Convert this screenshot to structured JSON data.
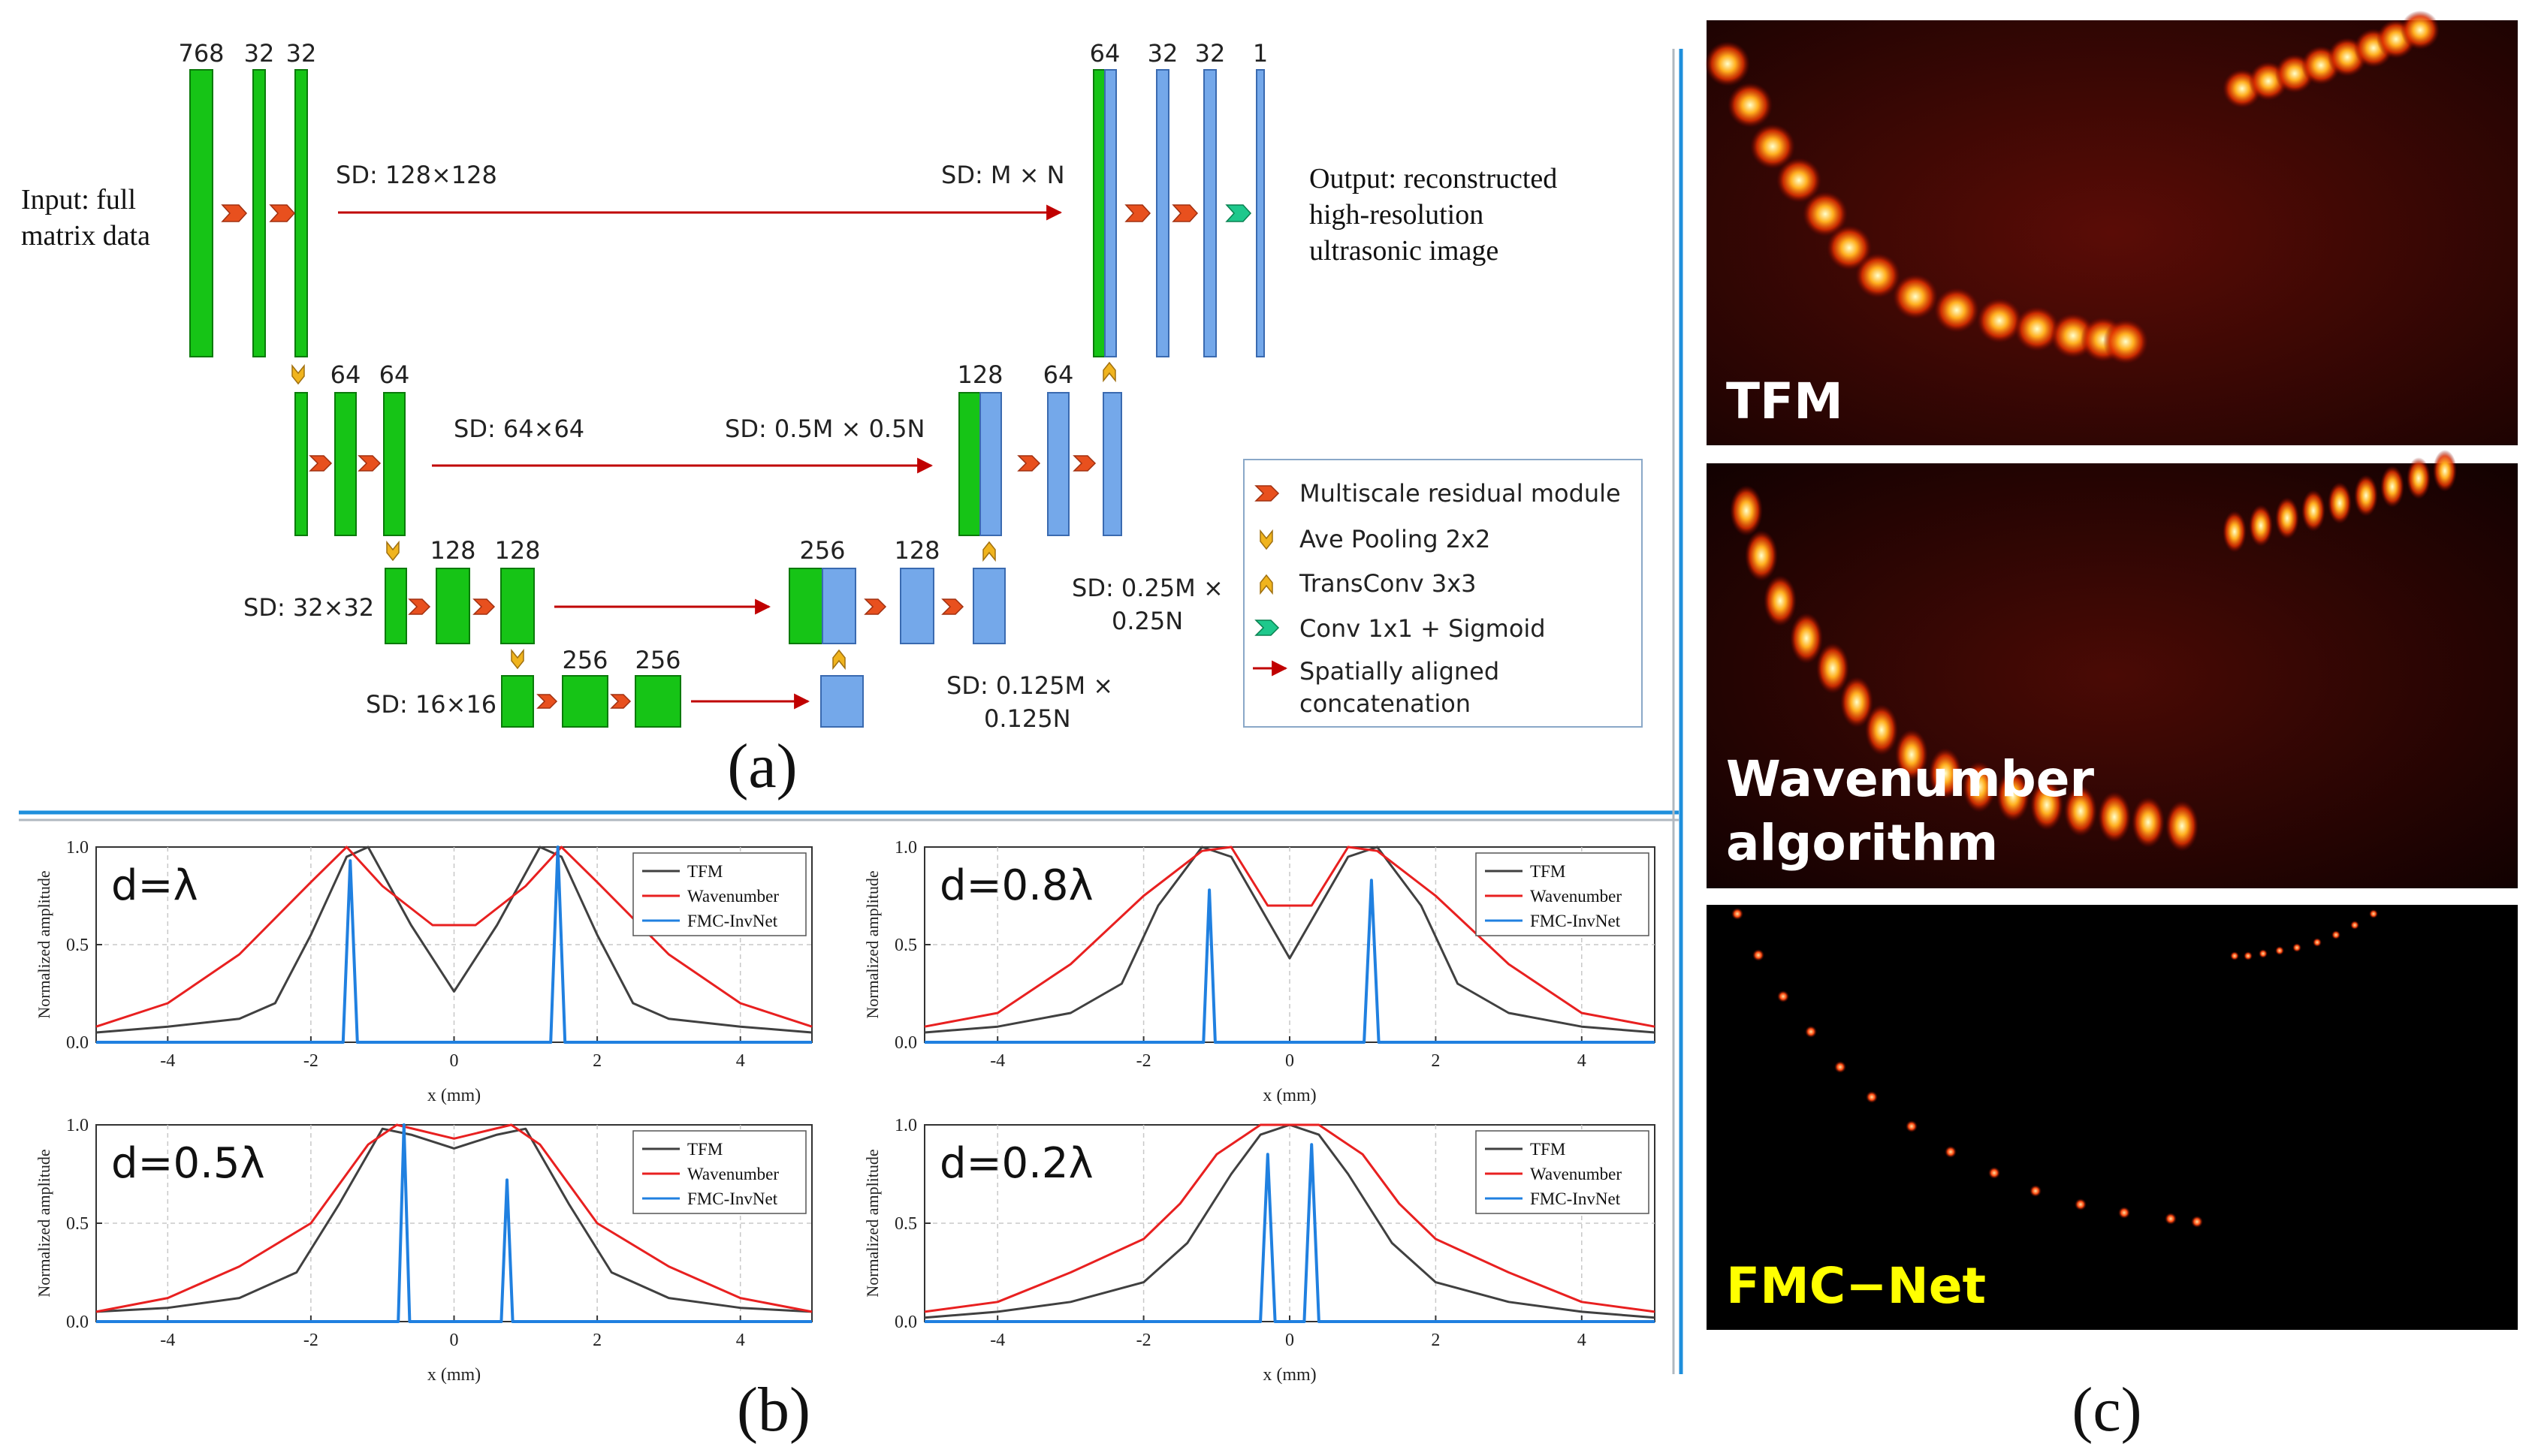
{
  "network": {
    "input_label": [
      "Input: full",
      "matrix data"
    ],
    "output_label": [
      "Output: reconstructed",
      "high-resolution",
      "ultrasonic image"
    ],
    "level1": {
      "channels_left": [
        "768",
        "32",
        "32"
      ],
      "channels_right": [
        "64",
        "32",
        "32",
        "1"
      ],
      "sd_left": "SD: 128×128",
      "sd_right": "SD: M × N"
    },
    "level2": {
      "channels_left": [
        "64",
        "64"
      ],
      "channels_right": [
        "128",
        "64"
      ],
      "sd_left": "SD: 64×64",
      "sd_right": "SD: 0.5M × 0.5N"
    },
    "level3": {
      "channels_left": [
        "128",
        "128"
      ],
      "channels_right": [
        "256",
        "128"
      ],
      "sd_left": "SD: 32×32",
      "sd_right": [
        "SD: 0.25M ×",
        "0.25N"
      ]
    },
    "level4": {
      "channels_left": [
        "256",
        "256"
      ],
      "sd_left": "SD: 16×16",
      "sd_right": [
        "SD: 0.125M ×",
        "0.125N"
      ]
    },
    "legend": [
      {
        "icon": "multiscale-residual-icon",
        "label": "Multiscale residual module"
      },
      {
        "icon": "ave-pooling-icon",
        "label": "Ave Pooling 2x2"
      },
      {
        "icon": "transconv-icon",
        "label": "TransConv 3x3"
      },
      {
        "icon": "conv-sigmoid-icon",
        "label": "Conv 1x1 + Sigmoid"
      },
      {
        "icon": "concat-arrow-icon",
        "label": [
          "Spatially aligned",
          "concatenation"
        ]
      }
    ],
    "colors": {
      "encoder": "#16c416",
      "decoder": "#74a8ea",
      "arrow": "#c00000",
      "residual": "#e8501e",
      "pooling": "#f0b41e",
      "conv": "#1ec88c"
    }
  },
  "panel_labels": {
    "a": "(a)",
    "b": "(b)",
    "c": "(c)"
  },
  "images": [
    {
      "label": [
        "TFM"
      ],
      "label_color": "#ffffff"
    },
    {
      "label": [
        "Wavenumber",
        "algorithm"
      ],
      "label_color": "#ffffff"
    },
    {
      "label": [
        "FMC−Net"
      ],
      "label_color": "#ffff00"
    }
  ],
  "chart_data": [
    {
      "type": "line",
      "title": "d=λ",
      "xlabel": "x (mm)",
      "ylabel": "Normalized amplitude",
      "xlim": [
        -5,
        5
      ],
      "ylim": [
        0,
        1.0
      ],
      "xticks": [
        "-4",
        "-2",
        "0",
        "2",
        "4"
      ],
      "yticks": [
        "0.0",
        "0.5",
        "1.0"
      ],
      "legend": [
        "TFM",
        "Wavenumber",
        "FMC-InvNet"
      ],
      "legend_position": "top-right",
      "series": [
        {
          "name": "TFM",
          "color": "#404040",
          "x": [
            -5,
            -4,
            -3,
            -2.5,
            -2,
            -1.5,
            -1.2,
            -0.6,
            0,
            0.6,
            1.2,
            1.5,
            2,
            2.5,
            3,
            4,
            5
          ],
          "y": [
            0.05,
            0.08,
            0.12,
            0.2,
            0.55,
            0.95,
            1.0,
            0.6,
            0.26,
            0.6,
            1.0,
            0.95,
            0.55,
            0.2,
            0.12,
            0.08,
            0.05
          ]
        },
        {
          "name": "Wavenumber",
          "color": "#e82020",
          "x": [
            -5,
            -4,
            -3,
            -2,
            -1.5,
            -1,
            -0.3,
            0.3,
            1,
            1.5,
            2,
            3,
            4,
            5
          ],
          "y": [
            0.08,
            0.2,
            0.45,
            0.82,
            1.0,
            0.8,
            0.6,
            0.6,
            0.8,
            1.0,
            0.82,
            0.45,
            0.2,
            0.08
          ]
        },
        {
          "name": "FMC-InvNet",
          "color": "#2080e0",
          "x": [
            -5,
            -1.55,
            -1.45,
            -1.35,
            1.35,
            1.45,
            1.55,
            5
          ],
          "y": [
            0,
            0,
            0.93,
            0,
            0,
            1.0,
            0,
            0
          ]
        }
      ]
    },
    {
      "type": "line",
      "title": "d=0.8λ",
      "xlabel": "x (mm)",
      "ylabel": "Normalized amplitude",
      "xlim": [
        -5,
        5
      ],
      "ylim": [
        0,
        1.0
      ],
      "xticks": [
        "-4",
        "-2",
        "0",
        "2",
        "4"
      ],
      "yticks": [
        "0.0",
        "0.5",
        "1.0"
      ],
      "legend": [
        "TFM",
        "Wavenumber",
        "FMC-InvNet"
      ],
      "legend_position": "top-right",
      "series": [
        {
          "name": "TFM",
          "color": "#404040",
          "x": [
            -5,
            -4,
            -3,
            -2.3,
            -1.8,
            -1.2,
            -0.8,
            0,
            0.8,
            1.2,
            1.8,
            2.3,
            3,
            4,
            5
          ],
          "y": [
            0.05,
            0.08,
            0.15,
            0.3,
            0.7,
            1.0,
            0.95,
            0.43,
            0.95,
            1.0,
            0.7,
            0.3,
            0.15,
            0.08,
            0.05
          ]
        },
        {
          "name": "Wavenumber",
          "color": "#e82020",
          "x": [
            -5,
            -4,
            -3,
            -2,
            -1.2,
            -0.8,
            -0.3,
            0.3,
            0.8,
            1.2,
            2,
            3,
            4,
            5
          ],
          "y": [
            0.08,
            0.15,
            0.4,
            0.75,
            0.98,
            1.0,
            0.7,
            0.7,
            1.0,
            0.98,
            0.75,
            0.4,
            0.15,
            0.08
          ]
        },
        {
          "name": "FMC-InvNet",
          "color": "#2080e0",
          "x": [
            -5,
            -1.18,
            -1.1,
            -1.02,
            1.02,
            1.12,
            1.22,
            5
          ],
          "y": [
            0,
            0,
            0.78,
            0,
            0,
            0.83,
            0,
            0
          ]
        }
      ]
    },
    {
      "type": "line",
      "title": "d=0.5λ",
      "xlabel": "x (mm)",
      "ylabel": "Normalized amplitude",
      "xlim": [
        -5,
        5
      ],
      "ylim": [
        0,
        1.0
      ],
      "xticks": [
        "-4",
        "-2",
        "0",
        "2",
        "4"
      ],
      "yticks": [
        "0.0",
        "0.5",
        "1.0"
      ],
      "legend": [
        "TFM",
        "Wavenumber",
        "FMC-InvNet"
      ],
      "legend_position": "top-right",
      "series": [
        {
          "name": "TFM",
          "color": "#404040",
          "x": [
            -5,
            -4,
            -3,
            -2.2,
            -1.6,
            -1.0,
            -0.6,
            0,
            0.6,
            1.0,
            1.6,
            2.2,
            3,
            4,
            5
          ],
          "y": [
            0.05,
            0.07,
            0.12,
            0.25,
            0.6,
            0.98,
            0.95,
            0.88,
            0.95,
            0.98,
            0.6,
            0.25,
            0.12,
            0.07,
            0.05
          ]
        },
        {
          "name": "Wavenumber",
          "color": "#e82020",
          "x": [
            -5,
            -4,
            -3,
            -2,
            -1.2,
            -0.8,
            0,
            0.8,
            1.2,
            2,
            3,
            4,
            5
          ],
          "y": [
            0.05,
            0.12,
            0.28,
            0.5,
            0.9,
            1.0,
            0.93,
            1.0,
            0.9,
            0.5,
            0.28,
            0.12,
            0.05
          ]
        },
        {
          "name": "FMC-InvNet",
          "color": "#2080e0",
          "x": [
            -5,
            -0.78,
            -0.7,
            -0.62,
            0.66,
            0.74,
            0.82,
            5
          ],
          "y": [
            0,
            0,
            1.0,
            0,
            0,
            0.72,
            0,
            0
          ]
        }
      ]
    },
    {
      "type": "line",
      "title": "d=0.2λ",
      "xlabel": "x (mm)",
      "ylabel": "Normalized amplitude",
      "xlim": [
        -5,
        5
      ],
      "ylim": [
        0,
        1.0
      ],
      "xticks": [
        "-4",
        "-2",
        "0",
        "2",
        "4"
      ],
      "yticks": [
        "0.0",
        "0.5",
        "1.0"
      ],
      "legend": [
        "TFM",
        "Wavenumber",
        "FMC-InvNet"
      ],
      "legend_position": "top-right",
      "series": [
        {
          "name": "TFM",
          "color": "#404040",
          "x": [
            -5,
            -4,
            -3,
            -2,
            -1.4,
            -0.8,
            -0.4,
            0,
            0.4,
            0.8,
            1.4,
            2,
            3,
            4,
            5
          ],
          "y": [
            0.02,
            0.05,
            0.1,
            0.2,
            0.4,
            0.75,
            0.95,
            1.0,
            0.95,
            0.75,
            0.4,
            0.2,
            0.1,
            0.05,
            0.02
          ]
        },
        {
          "name": "Wavenumber",
          "color": "#e82020",
          "x": [
            -5,
            -4,
            -3,
            -2,
            -1.5,
            -1,
            -0.4,
            0,
            0.4,
            1,
            1.5,
            2,
            3,
            4,
            5
          ],
          "y": [
            0.05,
            0.1,
            0.25,
            0.42,
            0.6,
            0.85,
            1.0,
            1.0,
            1.0,
            0.85,
            0.6,
            0.42,
            0.25,
            0.1,
            0.05
          ]
        },
        {
          "name": "FMC-InvNet",
          "color": "#2080e0",
          "x": [
            -5,
            -0.4,
            -0.3,
            -0.2,
            0.2,
            0.3,
            0.4,
            5
          ],
          "y": [
            0,
            0,
            0.85,
            0,
            0,
            0.9,
            0,
            0
          ]
        }
      ]
    }
  ]
}
